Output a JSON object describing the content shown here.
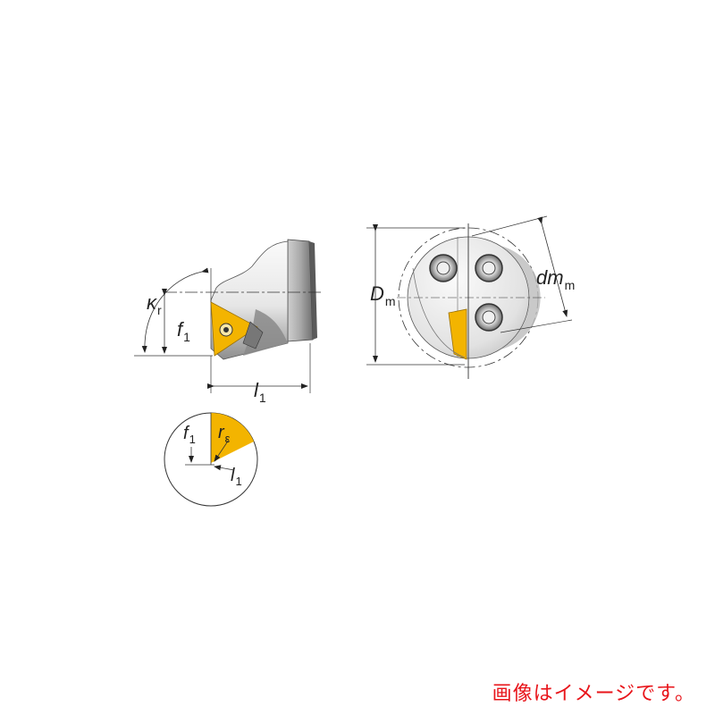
{
  "labels": {
    "kappa_r": "κ",
    "kappa_r_sub": "r",
    "f1": "f",
    "f1_sub": "1",
    "l1": "l",
    "l1_sub": "1",
    "dm_big": "D",
    "dm_big_sub": "m",
    "dm_small": "dm",
    "dm_small_sub": "m",
    "detail_f1": "f",
    "detail_f1_sub": "1",
    "detail_r": "r",
    "detail_r_sub": "ε",
    "detail_l1": "l",
    "detail_l1_sub": "1"
  },
  "caption": "画像はイメージです。",
  "colors": {
    "insert": "#f3b400",
    "body_light": "#f2f2f2",
    "body_mid": "#d9d9d9",
    "body_dark": "#9a9a9a",
    "line": "#222222",
    "caption": "#e8141a"
  }
}
